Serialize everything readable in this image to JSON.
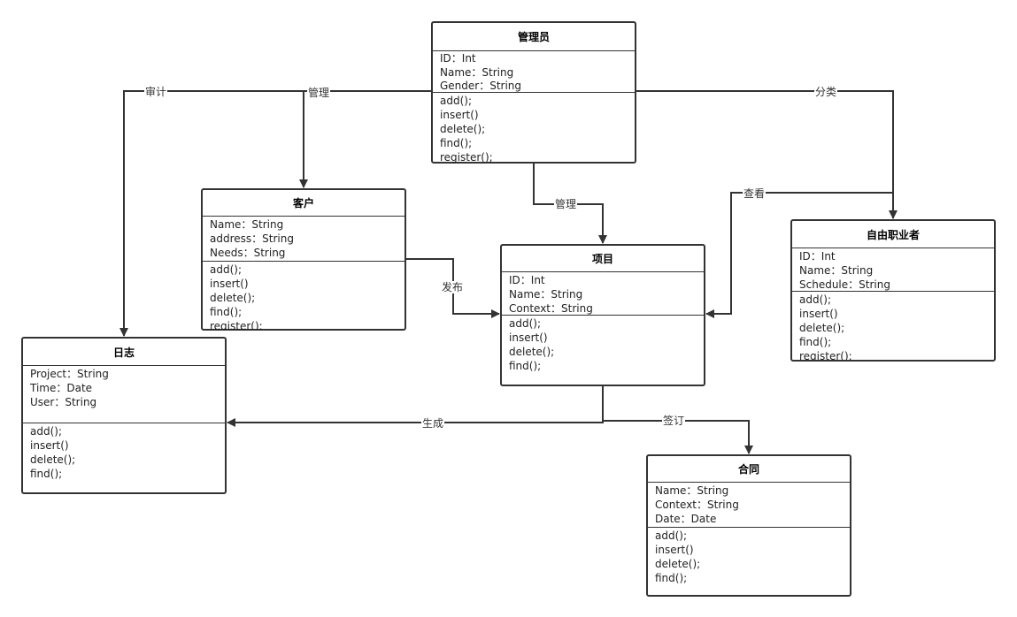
{
  "classes": {
    "admin": {
      "title": "管理员",
      "attributes": [
        "ID：Int",
        "Name：String",
        "Gender：String"
      ],
      "operations": [
        "add();",
        "insert()",
        "delete();",
        "find();",
        "register();"
      ]
    },
    "customer": {
      "title": "客户",
      "attributes": [
        "Name：String",
        "address：String",
        "Needs：String"
      ],
      "operations": [
        "add();",
        "insert()",
        "delete();",
        "find();",
        "register();"
      ]
    },
    "project": {
      "title": "项目",
      "attributes": [
        "ID：Int",
        "Name：String",
        "Context：String"
      ],
      "operations": [
        "add();",
        "insert()",
        "delete();",
        "find();"
      ]
    },
    "freelancer": {
      "title": "自由职业者",
      "attributes": [
        "ID：Int",
        "Name：String",
        "Schedule：String"
      ],
      "operations": [
        "add();",
        "insert()",
        "delete();",
        "find();",
        "register();"
      ]
    },
    "log": {
      "title": "日志",
      "attributes": [
        "Project：String",
        "Time：Date",
        "User：String"
      ],
      "operations": [
        "add();",
        "insert()",
        "delete();",
        "find();"
      ]
    },
    "contract": {
      "title": "合同",
      "attributes": [
        "Name：String",
        "Context：String",
        "Date：Date"
      ],
      "operations": [
        "add();",
        "insert()",
        "delete();",
        "find();"
      ]
    }
  },
  "relations": {
    "audit": "审计",
    "manage_customer": "管理",
    "classify": "分类",
    "manage_project": "管理",
    "view": "查看",
    "publish": "发布",
    "generate": "生成",
    "sign": "签订"
  },
  "colors": {
    "line": "#333333",
    "box_border": "#333333",
    "background": "#ffffff"
  }
}
